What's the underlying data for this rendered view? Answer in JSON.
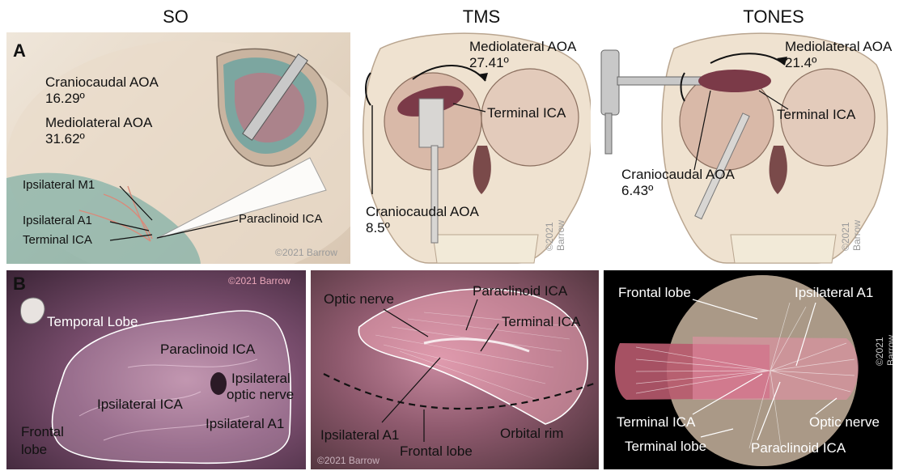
{
  "headers": {
    "so": "SO",
    "tms": "TMS",
    "tones": "TONES"
  },
  "row_labels": {
    "a": "A",
    "b": "B"
  },
  "watermark": "©2021 Barrow",
  "panel_a_so": {
    "craniocaudal_label": "Craniocaudal AOA",
    "craniocaudal_value": "16.29º",
    "mediolateral_label": "Mediolateral AOA",
    "mediolateral_value": "31.62º",
    "ipsilateral_m1": "Ipsilateral M1",
    "ipsilateral_a1": "Ipsilateral A1",
    "terminal_ica": "Terminal ICA",
    "paraclinoid_ica": "Paraclinoid ICA"
  },
  "panel_a_tms": {
    "mediolateral_label": "Mediolateral AOA",
    "mediolateral_value": "27.41º",
    "terminal_ica": "Terminal ICA",
    "craniocaudal_label": "Craniocaudal AOA",
    "craniocaudal_value": "8.5º"
  },
  "panel_a_tones": {
    "mediolateral_label": "Mediolateral AOA",
    "mediolateral_value": "21.4º",
    "terminal_ica": "Terminal ICA",
    "craniocaudal_label": "Craniocaudal AOA",
    "craniocaudal_value": "6.43º"
  },
  "panel_b_so": {
    "temporal_lobe": "Temporal Lobe",
    "paraclinoid_ica": "Paraclinoid ICA",
    "ipsilateral_optic_nerve_1": "Ipsilateral",
    "ipsilateral_optic_nerve_2": "optic nerve",
    "ipsilateral_ica": "Ipsilateral ICA",
    "ipsilateral_a1": "Ipsilateral A1",
    "frontal_lobe_1": "Frontal",
    "frontal_lobe_2": "lobe"
  },
  "panel_b_tms": {
    "optic_nerve": "Optic nerve",
    "paraclinoid_ica": "Paraclinoid ICA",
    "terminal_ica": "Terminal ICA",
    "ipsilateral_a1": "Ipsilateral A1",
    "frontal_lobe": "Frontal lobe",
    "orbital_rim": "Orbital rim"
  },
  "panel_b_tones": {
    "frontal_lobe": "Frontal lobe",
    "ipsilateral_a1": "Ipsilateral A1",
    "terminal_ica": "Terminal ICA",
    "optic_nerve": "Optic nerve",
    "terminal_lobe": "Terminal lobe",
    "paraclinoid_ica": "Paraclinoid ICA"
  }
}
